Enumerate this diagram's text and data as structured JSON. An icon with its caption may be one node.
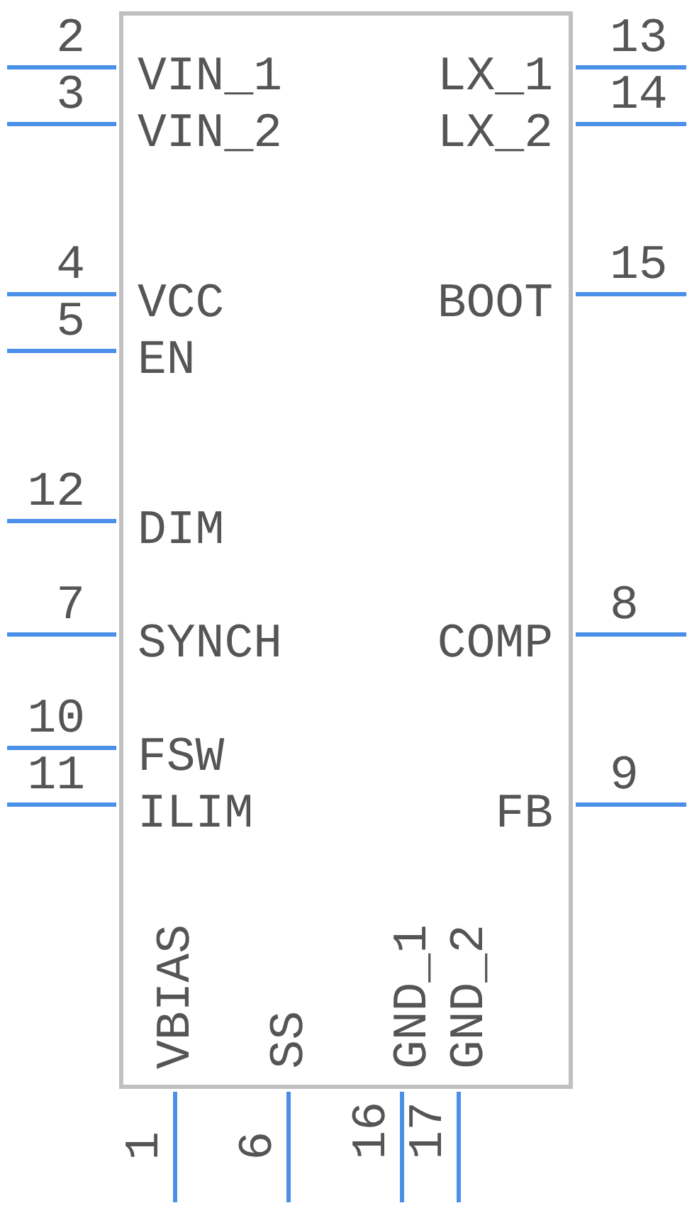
{
  "diagram": {
    "nodes": [
      {
        "text": [
          "VIN_1",
          "LX_1",
          "VIN_2",
          "LX_2",
          "VCC",
          "BOOT",
          "EN",
          "DIM",
          "SYNCH",
          "COMP",
          "FSW",
          "ILIM",
          "FB",
          "VBIAS",
          "SS",
          "GND_1",
          "GND_2"
        ]
      }
    ],
    "labels": [
      "2",
      "13",
      "3",
      "14",
      "4",
      "15",
      "5",
      "12",
      "7",
      "8",
      "10",
      "11",
      "9",
      "1",
      "6",
      "16",
      "17"
    ]
  }
}
